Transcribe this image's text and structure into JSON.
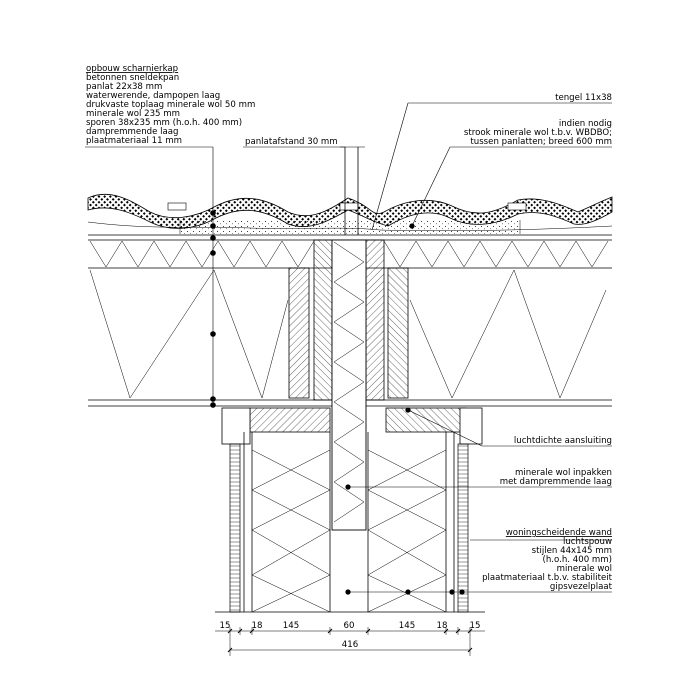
{
  "left_block": {
    "title": "opbouw scharnierkap",
    "lines": [
      "betonnen sneldekpan",
      "panlat 22x38 mm",
      "waterwerende, dampopen laag",
      "drukvaste toplaag minerale wol 50 mm",
      "minerale wol 235 mm",
      "sporen 38x235 mm (h.o.h. 400 mm)",
      "dampremmende laag",
      "plaatmateriaal 11 mm"
    ]
  },
  "labels": {
    "panlatafstand": "panlatafstand 30 mm",
    "tengel": "tengel 11x38",
    "indien_nodig": "indien nodig",
    "strook": "strook minerale wol t.b.v. WBDBO;",
    "tussen": "tussen panlatten; breed 600 mm",
    "luchtdichte": "luchtdichte aansluiting",
    "inpakken_1": "minerale wol inpakken",
    "inpakken_2": "met dampremmende laag"
  },
  "wall_block": {
    "title": "woningscheidende wand",
    "lines": [
      "luchtspouw",
      "stijlen 44x145 mm",
      "(h.o.h. 400 mm)",
      "minerale wol",
      "plaatmateriaal t.b.v. stabiliteit",
      "gipsvezelplaat"
    ]
  },
  "dimensions": {
    "segments": [
      "15",
      "18",
      "145",
      "60",
      "145",
      "18",
      "15"
    ],
    "total": "416"
  }
}
